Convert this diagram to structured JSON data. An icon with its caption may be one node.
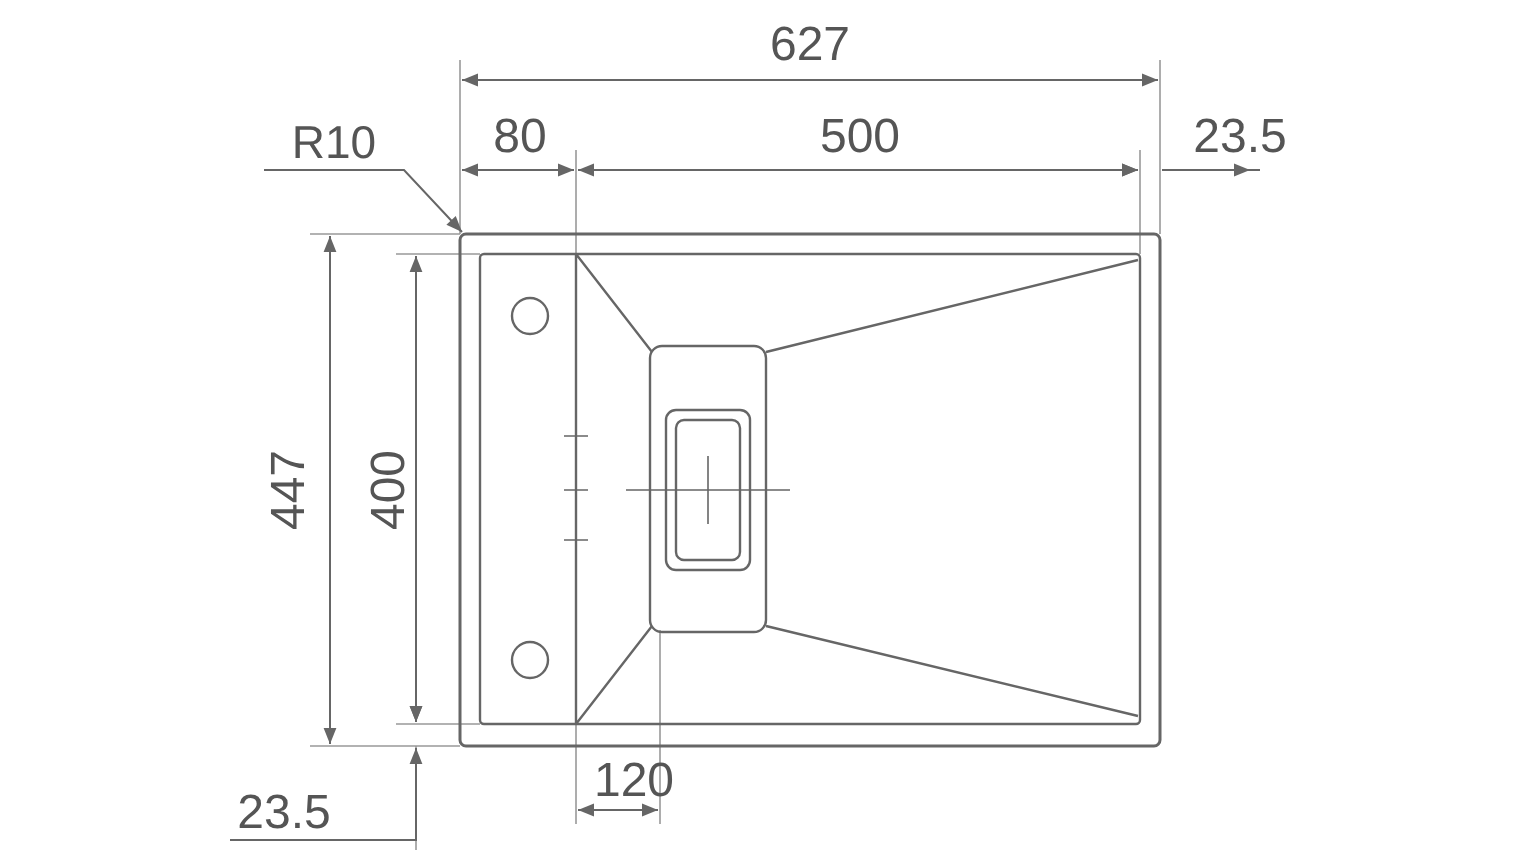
{
  "diagram": {
    "nodes": [
      {
        "text": [
          "R10"
        ]
      },
      {
        "text": [],
        "shape": "box"
      }
    ],
    "edges": [
      {
        "from": 0,
        "to": 1,
        "arrow": "to"
      }
    ],
    "labels": [
      "627",
      "80",
      "500",
      "23.5",
      "447",
      "400",
      "23.5",
      "120"
    ]
  }
}
